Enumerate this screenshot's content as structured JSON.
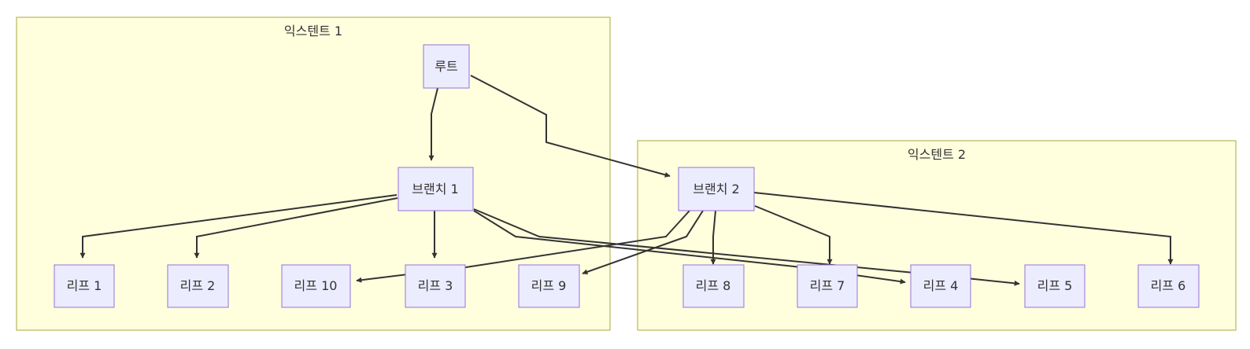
{
  "clusters": {
    "extent1": {
      "label": "익스텐트 1"
    },
    "extent2": {
      "label": "익스텐트 2"
    }
  },
  "nodes": {
    "root": {
      "label": "루트"
    },
    "branch1": {
      "label": "브랜치 1"
    },
    "branch2": {
      "label": "브랜치 2"
    },
    "leaf1": {
      "label": "리프 1"
    },
    "leaf2": {
      "label": "리프 2"
    },
    "leaf3": {
      "label": "리프 3"
    },
    "leaf4": {
      "label": "리프 4"
    },
    "leaf5": {
      "label": "리프 5"
    },
    "leaf6": {
      "label": "리프 6"
    },
    "leaf7": {
      "label": "리프 7"
    },
    "leaf8": {
      "label": "리프 8"
    },
    "leaf9": {
      "label": "리프 9"
    },
    "leaf10": {
      "label": "리프 10"
    }
  },
  "edges": [
    {
      "from": "root",
      "to": "branch1"
    },
    {
      "from": "root",
      "to": "branch2"
    },
    {
      "from": "branch1",
      "to": "leaf1"
    },
    {
      "from": "branch1",
      "to": "leaf2"
    },
    {
      "from": "branch1",
      "to": "leaf3"
    },
    {
      "from": "branch1",
      "to": "leaf4"
    },
    {
      "from": "branch1",
      "to": "leaf5"
    },
    {
      "from": "branch2",
      "to": "leaf10"
    },
    {
      "from": "branch2",
      "to": "leaf9"
    },
    {
      "from": "branch2",
      "to": "leaf8"
    },
    {
      "from": "branch2",
      "to": "leaf7"
    },
    {
      "from": "branch2",
      "to": "leaf6"
    }
  ],
  "colors": {
    "cluster_fill": "#ffffde",
    "cluster_stroke": "#aaaa33",
    "node_fill": "#ececff",
    "node_stroke": "#9370db",
    "edge": "#333333"
  }
}
